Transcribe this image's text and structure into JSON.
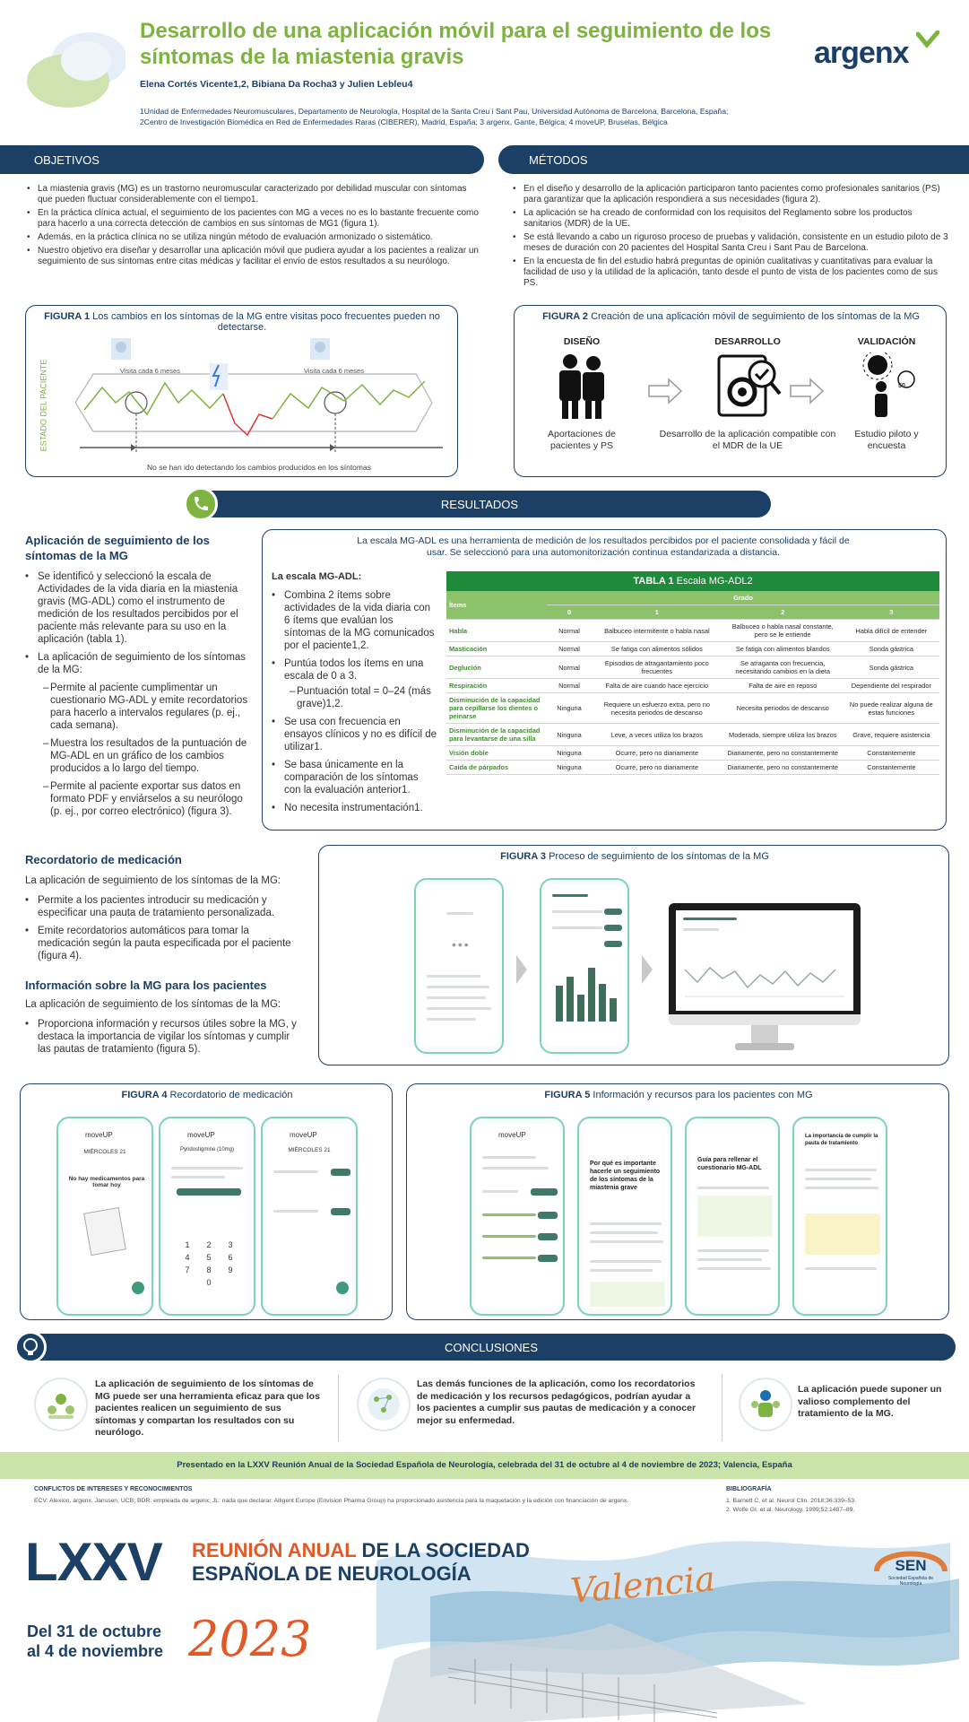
{
  "header": {
    "title_line1": "Desarrollo de una aplicación móvil para el seguimiento de los",
    "title_line2": "síntomas de la miastenia gravis",
    "authors": "Elena Cortés Vicente1,2, Bibiana Da Rocha3 y Julien Lebleu4",
    "affil1": "1Unidad de Enfermedades Neuromusculares, Departamento de Neurología, Hospital de la Santa Creu i Sant Pau, Universidad Autónoma de Barcelona, Barcelona, España;",
    "affil2": "2Centro de Investigación Biomédica en Red de Enfermedades Raras (CIBERER), Madrid, España; 3 argenx, Gante, Bélgica; 4 moveUP, Bruselas, Bélgica",
    "logo": "argenx"
  },
  "objetivos": {
    "heading": "OBJETIVOS",
    "items": [
      "La miastenia gravis (MG) es un trastorno neuromuscular caracterizado por debilidad muscular con síntomas que pueden fluctuar considerablemente con el tiempo1.",
      "En la práctica clínica actual, el seguimiento de los pacientes con MG a veces no es lo bastante frecuente como para hacerlo a una correcta detección de cambios en sus síntomas de MG1 (figura 1).",
      "Además, en la práctica clínica no se utiliza ningún método de evaluación armonizado o sistemático.",
      "Nuestro objetivo era diseñar y desarrollar una aplicación móvil que pudiera ayudar a los pacientes a realizar un seguimiento de sus síntomas entre citas médicas y facilitar el envío de estos resultados a su neurólogo."
    ]
  },
  "metodos": {
    "heading": "MÉTODOS",
    "items": [
      "En el diseño y desarrollo de la aplicación participaron tanto pacientes como profesionales sanitarios (PS) para garantizar que la aplicación respondiera a sus necesidades (figura 2).",
      "La aplicación se ha creado de conformidad con los requisitos del Reglamento sobre los productos sanitarios (MDR) de la UE.",
      "Se está llevando a cabo un riguroso proceso de pruebas y validación, consistente en un estudio piloto de 3 meses de duración con 20 pacientes del Hospital Santa Creu i Sant Pau de Barcelona.",
      "En la encuesta de fin del estudio habrá preguntas de opinión cualitativas y cuantitativas para evaluar la facilidad de uso y la utilidad de la aplicación, tanto desde el punto de vista de los pacientes como de sus PS."
    ]
  },
  "figura1": {
    "label": "FIGURA 1",
    "caption": "Los cambios en los síntomas de la MG entre visitas poco frecuentes pueden no detectarse.",
    "visit1": "Visita cada 6 meses",
    "visit2": "Visita cada 6 meses",
    "yaxis": "ESTADO DEL PACIENTE",
    "footer": "No se han ido detectando los cambios producidos en los síntomas"
  },
  "figura2": {
    "label": "FIGURA 2",
    "caption": "Creación de una aplicación móvil de seguimiento de los síntomas de la MG",
    "stage1_title": "DISEÑO",
    "stage1_text": "Aportaciones de pacientes y PS",
    "stage2_title": "DESARROLLO",
    "stage2_text": "Desarrollo de la aplicación compatible con el MDR de la UE",
    "stage3_title": "VALIDACIÓN",
    "stage3_text": "Estudio piloto y encuesta",
    "badge": "50"
  },
  "resultados": {
    "heading": "RESULTADOS",
    "app_heading": "Aplicación de seguimiento de los síntomas de la MG",
    "app_item1": "Se identificó y seleccionó la escala de Actividades de la vida diaria en la miastenia gravis (MG-ADL) como el instrumento de medición de los resultados percibidos por el paciente más relevante para su uso en la aplicación (tabla 1).",
    "app_item2": "La aplicación de seguimiento de los síntomas de la MG:",
    "app_sub": [
      "Permite al paciente cumplimentar un cuestionario MG-ADL y emite recordatorios para hacerlo a intervalos regulares (p. ej., cada semana).",
      "Muestra los resultados de la puntuación de MG-ADL en un gráfico de los cambios producidos a lo largo del tiempo.",
      "Permite al paciente exportar sus datos en formato PDF y enviárselos a su neurólogo (p. ej., por correo electrónico) (figura 3)."
    ],
    "scale_intro": "La escala MG-ADL es una herramienta de medición de los resultados percibidos por el paciente consolidada y fácil de usar. Se seleccionó para una automonitorización continua estandarizada a distancia.",
    "scale_heading": "La escala MG-ADL:",
    "scale_items": [
      "Combina 2 ítems sobre actividades de la vida diaria con 6 ítems que evalúan los síntomas de la MG comunicados por el paciente1,2.",
      "Puntúa todos los ítems en una escala de 0 a 3.",
      "Se usa con frecuencia en ensayos clínicos y no es difícil de utilizar1.",
      "Se basa únicamente en la comparación de los síntomas con la evaluación anterior1.",
      "No necesita instrumentación1."
    ],
    "scale_sub": "Puntuación total = 0–24 (más grave)1,2."
  },
  "tabla1": {
    "label": "TABLA 1",
    "caption": "Escala MG-ADL2",
    "col_items": "Ítems",
    "col_grado": "Grado",
    "grades": [
      "0",
      "1",
      "2",
      "3"
    ],
    "rows": [
      [
        "Habla",
        "Normal",
        "Balbuceo intermitente o habla nasal",
        "Balbuceo o habla nasal constante, pero se le entiende",
        "Habla difícil de entender"
      ],
      [
        "Masticación",
        "Normal",
        "Se fatiga con alimentos sólidos",
        "Se fatiga con alimentos blandos",
        "Sonda gástrica"
      ],
      [
        "Deglución",
        "Normal",
        "Episodios de atragantamiento poco frecuentes",
        "Se atraganta con frecuencia, necesitando cambios en la dieta",
        "Sonda gástrica"
      ],
      [
        "Respiración",
        "Normal",
        "Falta de aire cuando hace ejercicio",
        "Falta de aire en reposo",
        "Dependiente del respirador"
      ],
      [
        "Disminución de la capacidad para cepillarse los dientes o peinarse",
        "Ninguna",
        "Requiere un esfuerzo extra, pero no necesita periodos de descanso",
        "Necesita periodos de descanso",
        "No puede realizar alguna de estas funciones"
      ],
      [
        "Disminución de la capacidad para levantarse de una silla",
        "Ninguna",
        "Leve, a veces utiliza los brazos",
        "Moderada, siempre utiliza los brazos",
        "Grave, requiere asistencia"
      ],
      [
        "Visión doble",
        "Ninguna",
        "Ocurre, pero no diariamente",
        "Diariamente, pero no constantemente",
        "Constantemente"
      ],
      [
        "Caída de párpados",
        "Ninguna",
        "Ocurre, pero no diariamente",
        "Diariamente, pero no constantemente",
        "Constantemente"
      ]
    ]
  },
  "recordatorio": {
    "heading": "Recordatorio de medicación",
    "intro": "La aplicación de seguimiento de los síntomas de la MG:",
    "items": [
      "Permite a los pacientes introducir su medicación y especificar una pauta de tratamiento personalizada.",
      "Emite recordatorios automáticos para tomar la medicación según la pauta especificada por el paciente (figura 4)."
    ]
  },
  "informacion": {
    "heading": "Información sobre la MG para los pacientes",
    "intro": "La aplicación de seguimiento de los síntomas de la MG:",
    "items": [
      "Proporciona información y recursos útiles sobre la MG, y destaca la importancia de vigilar los síntomas y cumplir las pautas de tratamiento (figura 5)."
    ]
  },
  "figura3": {
    "label": "FIGURA 3",
    "caption": "Proceso de seguimiento de los síntomas de la MG"
  },
  "figura4": {
    "label": "FIGURA 4",
    "caption": "Recordatorio de medicación",
    "brand": "moveUP",
    "day": "MIÉRCOLES 21",
    "no_meds": "No hay medicamentos para tomar hoy",
    "drug": "Pyridostigmine (10mg)",
    "keypad": [
      "1",
      "2",
      "3",
      "4",
      "5",
      "6",
      "7",
      "8",
      "9",
      "0"
    ]
  },
  "figura5": {
    "label": "FIGURA 5",
    "caption": "Información y recursos para los pacientes con MG",
    "card2_title": "Por qué es importante hacerle un seguimiento de los síntomas de la miastenia grave",
    "card3_title": "Guía para rellenar el cuestionario MG-ADL",
    "card4_title": "La importancia de cumplir la pauta de tratamiento"
  },
  "conclusiones": {
    "heading": "CONCLUSIONES",
    "items": [
      "La aplicación de seguimiento de los síntomas de MG puede ser una herramienta eficaz para que los pacientes realicen un seguimiento de sus síntomas y compartan los resultados con su neurólogo.",
      "Las demás funciones de la aplicación, como los recordatorios de medicación y los recursos pedagógicos, podrían ayudar a los pacientes a cumplir sus pautas de medicación y a conocer mejor su enfermedad.",
      "La aplicación puede suponer un valioso complemento del tratamiento de la MG."
    ]
  },
  "presented": "Presentado en la LXXV Reunión Anual de la Sociedad Española de Neurología, celebrada del 31 de octubre al 4 de noviembre de 2023; Valencia, España",
  "conflicts": {
    "heading": "CONFLICTOS DE INTERESES Y RECONOCIMIENTOS",
    "text": "ECV: Alexion, argenx, Janssen, UCB; BDR: empleada de argenx; JL: nada que declarar. Alligent Europe (Envision Pharma Group) ha proporcionado asistencia para la maquetación y la edición con financiación de argenx."
  },
  "bibliografia": {
    "heading": "BIBLIOGRAFÍA",
    "refs": [
      "1. Barnett C, et al. Neurol Clin. 2018;36:339–53.",
      "2. Wolfe GI, et al. Neurology. 1999;52:1487–89."
    ]
  },
  "footer": {
    "lxxv": "LXXV",
    "reunion1": "REUNIÓN ANUAL",
    "reunion1b": "DE LA SOCIEDAD",
    "reunion2": "ESPAÑOLA DE NEUROLOGÍA",
    "city": "Valencia",
    "dates1": "Del 31 de octubre",
    "dates2": "al 4 de noviembre",
    "year": "2023",
    "sen": "SEN",
    "sen_sub": "Sociedad Española de Neurología"
  },
  "colors": {
    "navy": "#1c3f66",
    "green": "#7db33f",
    "table_green": "#1e8a3a",
    "teal": "#3f7a67"
  }
}
